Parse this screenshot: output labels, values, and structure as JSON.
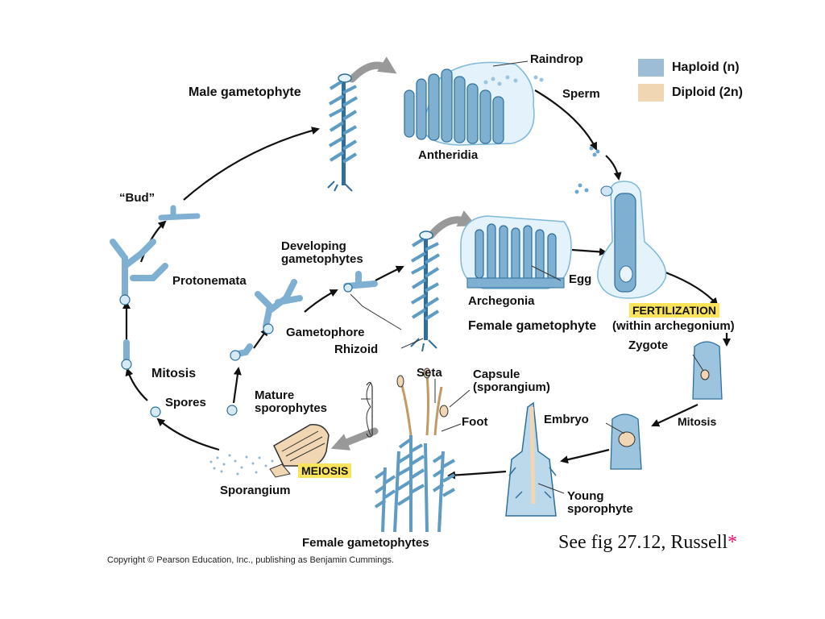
{
  "colors": {
    "haploid": "#9dbdd6",
    "diploid": "#f0d6b2",
    "plant": "#5f9cc4",
    "plant_dark": "#2f6f9c",
    "highlight": "#fbe45b",
    "asterisk": "#e0106a"
  },
  "legend": {
    "haploid_label": "Haploid (n)",
    "diploid_label": "Diploid (2n)"
  },
  "labels": {
    "male_gametophyte": "Male gametophyte",
    "raindrop": "Raindrop",
    "sperm": "Sperm",
    "antheridia": "Antheridia",
    "bud": "“Bud”",
    "developing_gametophytes": "Developing gametophytes",
    "protonemata": "Protonemata",
    "egg": "Egg",
    "archegonia": "Archegonia",
    "fertilization": "FERTILIZATION",
    "within_archegonium": "(within archegonium)",
    "gametophore": "Gametophore",
    "rhizoid": "Rhizoid",
    "female_gametophyte": "Female gametophyte",
    "zygote": "Zygote",
    "mitosis_left": "Mitosis",
    "spores": "Spores",
    "mature_sporophytes": "Mature sporophytes",
    "seta": "Seta",
    "capsule": "Capsule (sporangium)",
    "foot": "Foot",
    "embryo": "Embryo",
    "mitosis_right": "Mitosis",
    "meiosis": "MEIOSIS",
    "sporangium": "Sporangium",
    "young_sporophyte": "Young sporophyte",
    "female_gametophytes": "Female gametophytes"
  },
  "copyright": "Copyright © Pearson Education, Inc., publishing as Benjamin Cummings.",
  "caption": {
    "text": "See fig 27.12, Russell",
    "asterisk": "*"
  }
}
